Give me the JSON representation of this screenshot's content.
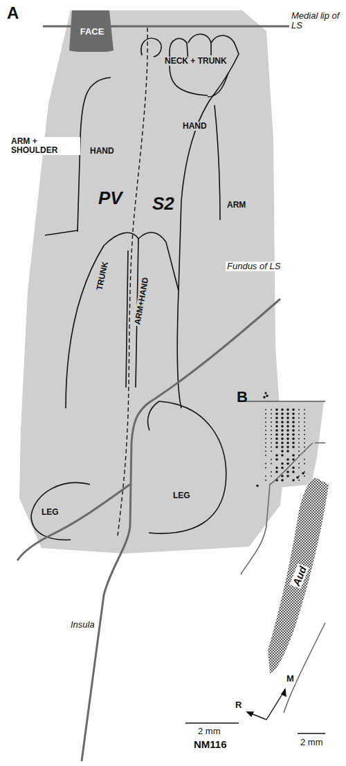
{
  "diagram": {
    "nodes": [
      {
        "text": [
          "FACE"
        ]
      },
      {
        "text": [
          "Aud"
        ]
      }
    ],
    "labels": [
      "A",
      "Medial lip of LS",
      "NECK + TRUNK",
      "HAND",
      "ARM + SHOULDER",
      "HAND",
      "PV",
      "S2",
      "ARM",
      "TRUNK",
      "ARM+HAND",
      "Fundus of LS",
      "B",
      "LEG",
      "LEG",
      "Insula",
      "R",
      "M",
      "2 mm",
      "2 mm",
      "NM116"
    ]
  }
}
